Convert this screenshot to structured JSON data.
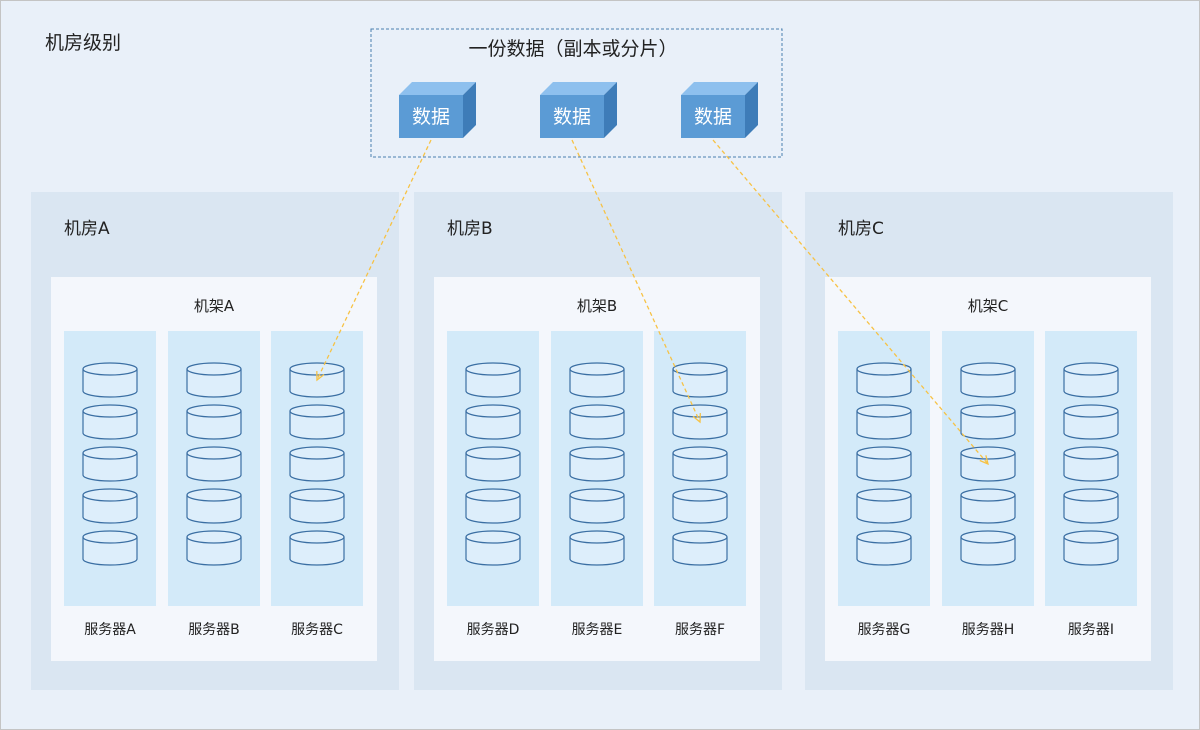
{
  "diagram": {
    "title": "机房级别",
    "data_group": {
      "title": "一份数据（副本或分片）",
      "cubes": [
        {
          "label": "数据"
        },
        {
          "label": "数据"
        },
        {
          "label": "数据"
        }
      ]
    },
    "rooms": [
      {
        "label": "机房A",
        "rack": "机架A",
        "servers": [
          {
            "label": "服务器A"
          },
          {
            "label": "服务器B"
          },
          {
            "label": "服务器C"
          }
        ]
      },
      {
        "label": "机房B",
        "rack": "机架B",
        "servers": [
          {
            "label": "服务器D"
          },
          {
            "label": "服务器E"
          },
          {
            "label": "服务器F"
          }
        ]
      },
      {
        "label": "机房C",
        "rack": "机架C",
        "servers": [
          {
            "label": "服务器G"
          },
          {
            "label": "服务器H"
          },
          {
            "label": "服务器I"
          }
        ]
      }
    ],
    "disks_per_server": 5,
    "links": [
      {
        "cube": 0,
        "room": 0,
        "server": 2,
        "disk": 0
      },
      {
        "cube": 1,
        "room": 1,
        "server": 2,
        "disk": 1
      },
      {
        "cube": 2,
        "room": 2,
        "server": 1,
        "disk": 2
      }
    ],
    "colors": {
      "background": "#e9f0f9",
      "border": "#c4c4c4",
      "room": "#dae6f2",
      "rack": "#f4f7fc",
      "server": "#d3eaf9",
      "disk_fill": "#ddeefb",
      "disk_stroke": "#3b6fa3",
      "cube_front": "#5b9bd5",
      "cube_top": "#8ec0ee",
      "cube_side": "#3e7cb8",
      "group_border": "#4a7fb0",
      "link": "#f7c244",
      "text": "#222222"
    }
  }
}
